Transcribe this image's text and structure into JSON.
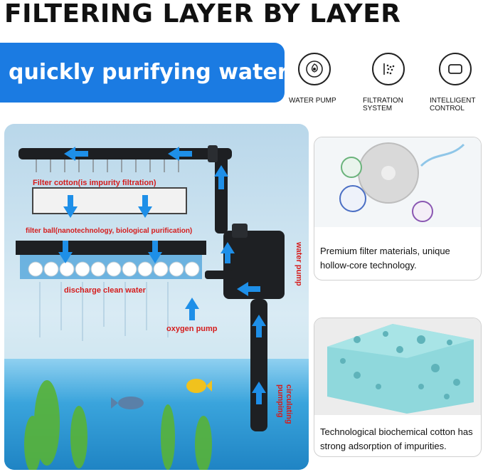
{
  "headline": "FILTERING LAYER BY LAYER",
  "banner": "quickly purifying water",
  "features": [
    {
      "icon": "water-pump-icon",
      "label": "WATER PUMP"
    },
    {
      "icon": "filtration-icon",
      "label": "FILTRATION SYSTEM"
    },
    {
      "icon": "intelligent-control-icon",
      "label": "INTELLIGENT CONTROL"
    }
  ],
  "diagram": {
    "filter_cotton": "Filter cotton(is impurity filtration)",
    "filter_ball": "filter ball(nanotechnology,  biological purification)",
    "discharge": "discharge clean water",
    "oxygen_pump": "oxygen pump",
    "water_pump": "water pump",
    "circulating": "circulating pumping"
  },
  "cards": [
    {
      "caption": "Premium filter materials, unique hollow-core technology."
    },
    {
      "caption": "Technological biochemical cotton has strong adsorption of impurities."
    }
  ],
  "colors": {
    "accent": "#1b7be2",
    "label_red": "#d51c1c",
    "arrow_blue": "#1e8fe8"
  }
}
